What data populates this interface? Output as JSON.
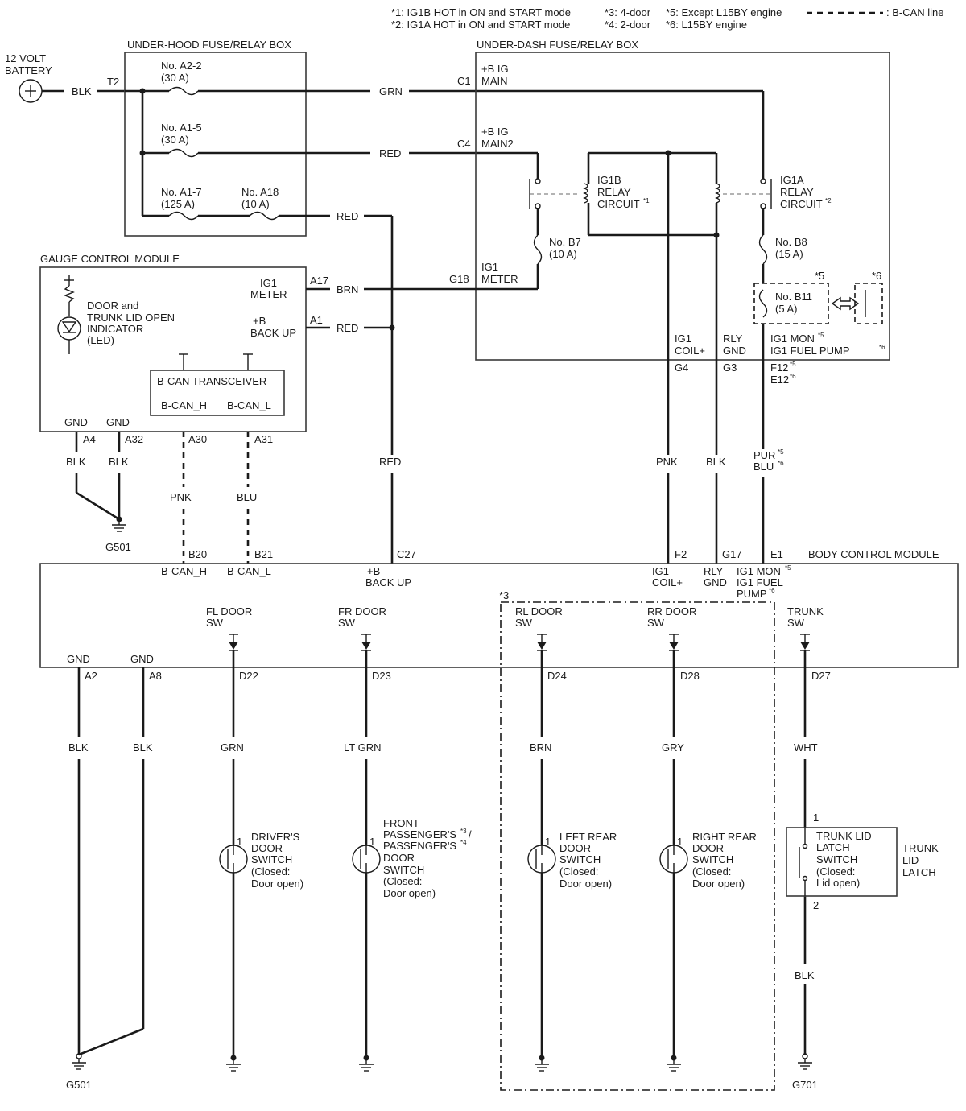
{
  "notes": {
    "n1": "*1: IG1B HOT in ON and START mode",
    "n2": "*2: IG1A HOT in ON and START mode",
    "n3": "*3: 4-door",
    "n4": "*4: 2-door",
    "n5": "*5: Except L15BY engine",
    "n6": "*6: L15BY engine",
    "bcan_legend": ": B-CAN line"
  },
  "battery": {
    "line1": "12 VOLT",
    "line2": "BATTERY",
    "wire": "BLK",
    "term": "T2"
  },
  "under_hood": {
    "title": "UNDER-HOOD FUSE/RELAY BOX",
    "fuse_a22": {
      "name": "No. A2-2",
      "amp": "(30 A)"
    },
    "fuse_a15": {
      "name": "No. A1-5",
      "amp": "(30 A)"
    },
    "fuse_a17": {
      "name": "No. A1-7",
      "amp": "(125 A)"
    },
    "fuse_a18": {
      "name": "No. A18",
      "amp": "(10 A)"
    }
  },
  "under_dash": {
    "title": "UNDER-DASH FUSE/RELAY BOX",
    "c1": "C1",
    "c1_l1": "+B IG",
    "c1_l2": "MAIN",
    "c4": "C4",
    "c4_l1": "+B IG",
    "c4_l2": "MAIN2",
    "ig1b_l1": "IG1B",
    "ig1b_l2": "RELAY",
    "ig1b_l3": "CIRCUIT",
    "ig1b_sup": "*1",
    "ig1a_l1": "IG1A",
    "ig1a_l2": "RELAY",
    "ig1a_l3": "CIRCUIT",
    "ig1a_sup": "*2",
    "fuse_b7": {
      "name": "No. B7",
      "amp": "(10 A)"
    },
    "fuse_b8": {
      "name": "No. B8",
      "amp": "(15 A)"
    },
    "fuse_b11": {
      "name": "No. B11",
      "amp": "(5 A)"
    },
    "mark5": "*5",
    "mark6": "*6",
    "g18": "G18",
    "g18_l1": "IG1",
    "g18_l2": "METER",
    "coil_l1": "IG1",
    "coil_l2": "COIL+",
    "rly_l1": "RLY",
    "rly_l2": "GND",
    "mon_l1": "IG1 MON",
    "mon_l2": "IG1 FUEL PUMP",
    "mon_sup1": "*5",
    "mon_sup2": "*6",
    "g4": "G4",
    "g3": "G3",
    "f12": "F12",
    "e12": "E12",
    "sup5": "*5",
    "sup6": "*6"
  },
  "gauge": {
    "title": "GAUGE CONTROL MODULE",
    "led_l1": "DOOR and",
    "led_l2": "TRUNK LID OPEN",
    "led_l3": "INDICATOR",
    "led_l4": "(LED)",
    "ig1_l1": "IG1",
    "ig1_l2": "METER",
    "a17": "A17",
    "bb_l1": "+B",
    "bb_l2": "BACK UP",
    "a1": "A1",
    "xcvr": "B-CAN TRANSCEIVER",
    "canh": "B-CAN_H",
    "canl": "B-CAN_L",
    "gnd1": "GND",
    "gnd2": "GND",
    "a4": "A4",
    "a32": "A32",
    "a30": "A30",
    "a31": "A31"
  },
  "wires": {
    "grn": "GRN",
    "red1": "RED",
    "red2": "RED",
    "brn": "BRN",
    "red3": "RED",
    "red4": "RED",
    "blk1": "BLK",
    "blk2": "BLK",
    "pnk": "PNK",
    "blu": "BLU",
    "pnk2": "PNK",
    "blk3": "BLK",
    "pur": "PUR",
    "blu2": "BLU",
    "sup5": "*5",
    "sup6": "*6",
    "blk4": "BLK",
    "blk5": "BLK",
    "grn2": "GRN",
    "ltgrn": "LT GRN",
    "brn2": "BRN",
    "gry": "GRY",
    "wht": "WHT",
    "blk6": "BLK"
  },
  "g501_top": "G501",
  "bcm": {
    "title": "BODY CONTROL MODULE",
    "b20": "B20",
    "b21": "B21",
    "c27": "C27",
    "f2": "F2",
    "g17": "G17",
    "e1": "E1",
    "canh": "B-CAN_H",
    "canl": "B-CAN_L",
    "bb_l1": "+B",
    "bb_l2": "BACK UP",
    "coil_l1": "IG1",
    "coil_l2": "COIL+",
    "rly_l1": "RLY",
    "rly_l2": "GND",
    "mon_l1": "IG1 MON",
    "mon_l2": "IG1 FUEL",
    "mon_l3": "PUMP",
    "sup5": "*5",
    "sup6": "*6",
    "fl_l1": "FL DOOR",
    "fl_l2": "SW",
    "fr_l1": "FR DOOR",
    "fr_l2": "SW",
    "rl_l1": "RL DOOR",
    "rl_l2": "SW",
    "rr_l1": "RR DOOR",
    "rr_l2": "SW",
    "tr_l1": "TRUNK",
    "tr_l2": "SW",
    "gnd1": "GND",
    "gnd2": "GND",
    "a2": "A2",
    "a8": "A8",
    "d22": "D22",
    "d23": "D23",
    "d24": "D24",
    "d28": "D28",
    "d27": "D27",
    "mark3": "*3"
  },
  "switches": {
    "driver": {
      "pin": "1",
      "l1": "DRIVER'S",
      "l2": "DOOR",
      "l3": "SWITCH",
      "l4": "(Closed:",
      "l5": "Door open)"
    },
    "front": {
      "pin": "1",
      "l1": "FRONT",
      "l2": "PASSENGER'S",
      "l3": "/",
      "l4": "PASSENGER'S",
      "l5": "DOOR",
      "l6": "SWITCH",
      "l7": "(Closed:",
      "l8": "Door open)",
      "sup3": "*3",
      "sup4": "*4"
    },
    "left_rear": {
      "pin": "1",
      "l1": "LEFT REAR",
      "l2": "DOOR",
      "l3": "SWITCH",
      "l4": "(Closed:",
      "l5": "Door open)"
    },
    "right_rear": {
      "pin": "1",
      "l1": "RIGHT REAR",
      "l2": "DOOR",
      "l3": "SWITCH",
      "l4": "(Closed:",
      "l5": "Door open)"
    },
    "trunk": {
      "pin1": "1",
      "pin2": "2",
      "l1": "TRUNK LID",
      "l2": "LATCH",
      "l3": "SWITCH",
      "l4": "(Closed:",
      "l5": "Lid open)",
      "o1": "TRUNK",
      "o2": "LID",
      "o3": "LATCH"
    }
  },
  "grounds": {
    "g501": "G501",
    "g701": "G701"
  }
}
